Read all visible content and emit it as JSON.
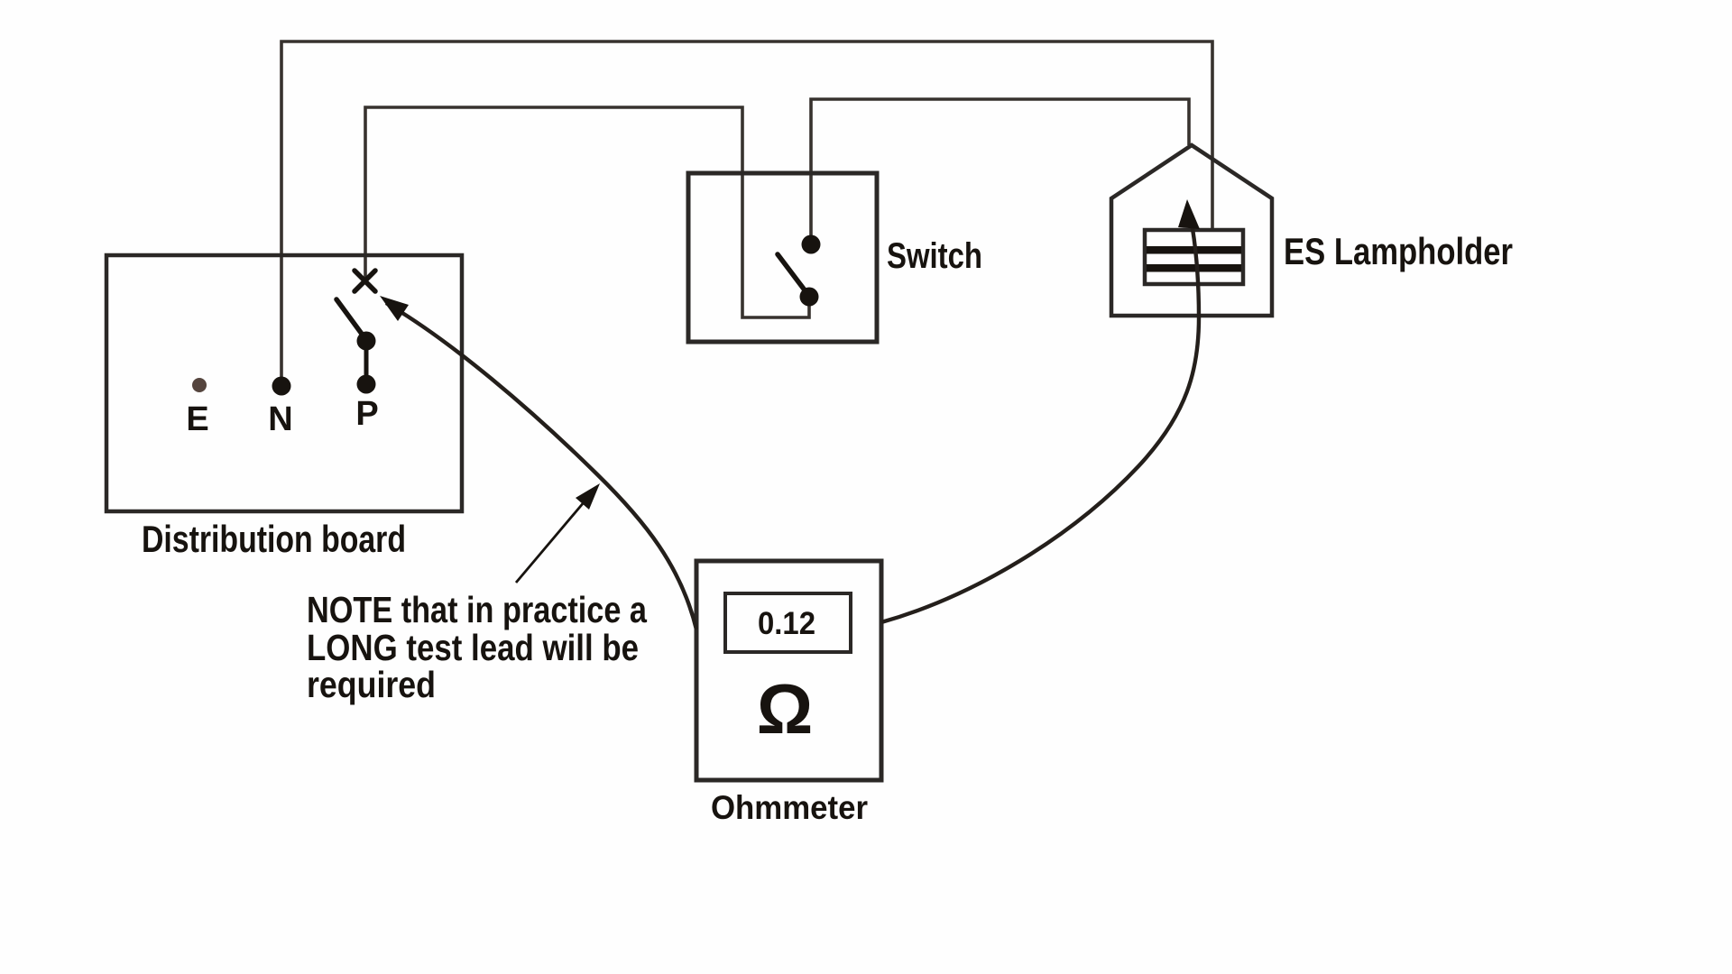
{
  "diagram": {
    "title_semantic": "Continuity test of a lighting circuit using an ohmmeter",
    "distribution_board": {
      "label": "Distribution board",
      "terminals": [
        {
          "label": "E"
        },
        {
          "label": "N"
        },
        {
          "label": "P"
        }
      ]
    },
    "switch": {
      "label": "Switch"
    },
    "lampholder": {
      "label": "ES Lampholder"
    },
    "ohmmeter": {
      "label": "Ohmmeter",
      "reading": "0.12",
      "unit_symbol": "Ω"
    },
    "note": {
      "line1": "NOTE that in practice a",
      "line2": "LONG test lead will be",
      "line3": "required"
    },
    "colors": {
      "background": "#fefefe",
      "wire": "#37322e",
      "box_outline": "#2b2826",
      "ink": "#17130f",
      "earth_terminal_dot": "#55453e"
    }
  }
}
